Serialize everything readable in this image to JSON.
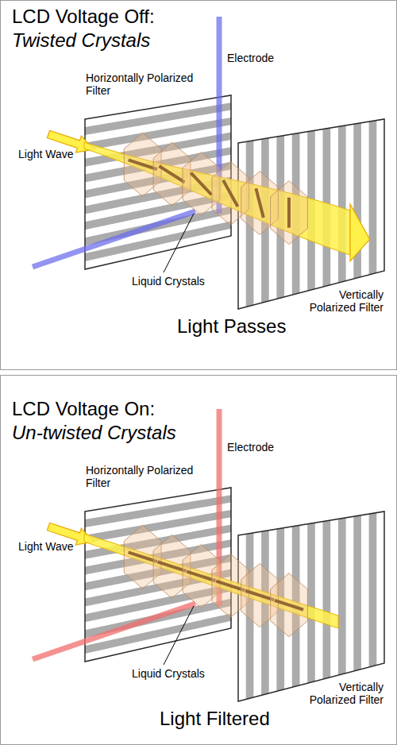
{
  "diagram": {
    "nodes": [
      {
        "text": [
          "LCD Voltage Off:",
          "Twisted Crystals",
          "Light Passes"
        ]
      },
      {
        "text": [
          "Horizontally Polarized Filter"
        ],
        "in": 0
      },
      {
        "text": [
          "Vertically Polarized Filter"
        ],
        "in": 0
      },
      {
        "text": [
          "LCD Voltage On:",
          "Un-twisted Crystals",
          "Light Filtered"
        ]
      },
      {
        "text": [
          "Horizontally Polarized Filter"
        ],
        "in": 3
      },
      {
        "text": [
          "Vertically Polarized Filter"
        ],
        "in": 3
      }
    ],
    "labels": [
      "Electrode",
      "Light Wave",
      "Liquid Crystals",
      "Electrode",
      "Light Wave",
      "Liquid Crystals"
    ]
  }
}
